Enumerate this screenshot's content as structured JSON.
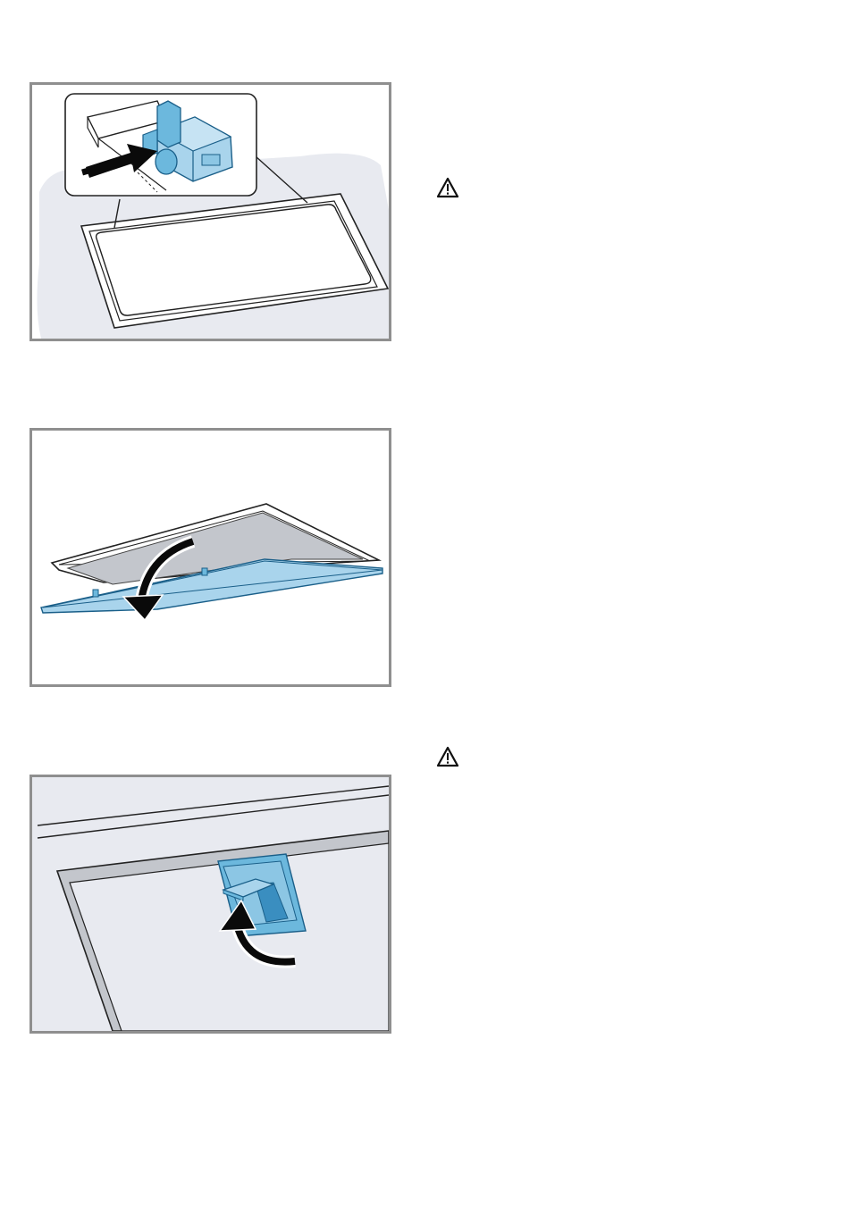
{
  "figures": [
    {
      "id": "fig1",
      "label": "filter-latch-insert-figure"
    },
    {
      "id": "fig2",
      "label": "filter-fold-down-figure"
    },
    {
      "id": "fig3",
      "label": "latch-release-figure"
    }
  ],
  "warnings": [
    {
      "symbol": "warning-triangle-icon"
    },
    {
      "symbol": "warning-triangle-icon"
    }
  ],
  "colors": {
    "figure_border": "#8f8f8f",
    "accent_blue": "#6cb8dd",
    "light_blue": "#a9d4ec",
    "dark_blue": "#1a5f89",
    "grey_panel": "#e8eaf0",
    "filter_grey": "#c3c6cc",
    "arrow_black": "#0a0a0a"
  }
}
